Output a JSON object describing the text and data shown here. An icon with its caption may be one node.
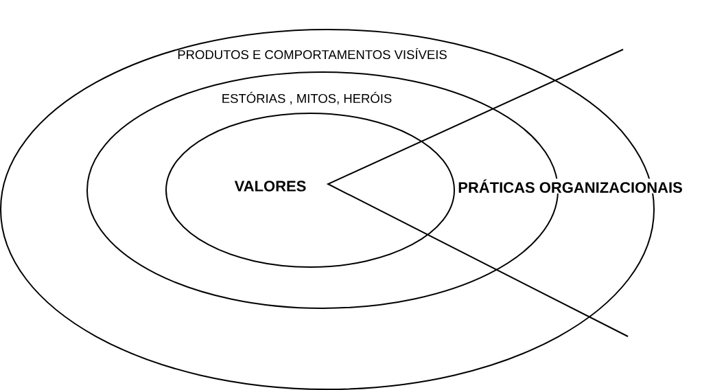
{
  "diagram": {
    "nodes": [
      {
        "text": [
          "PRODUTOS E COMPORTAMENTOS VISÍVEIS"
        ]
      },
      {
        "text": [
          "ESTÓRIAS , MITOS, HERÓIS"
        ],
        "in": 0
      },
      {
        "text": [
          "VALORES"
        ],
        "in": 1
      }
    ],
    "labels": [
      "PRÁTICAS ORGANIZACIONAIS"
    ]
  }
}
